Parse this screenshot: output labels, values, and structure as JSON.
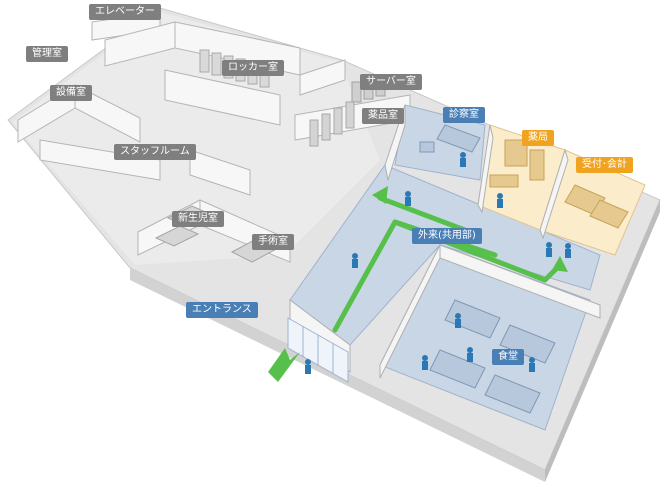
{
  "rooms": {
    "elevator": "エレベーター",
    "admin": "管理室",
    "equipment": "設備室",
    "locker": "ロッカー室",
    "server": "サーバー室",
    "storage": "薬品室",
    "exam": "診察室",
    "pharmacy": "薬局",
    "reception": "受付･会計",
    "staff_room": "スタッフルーム",
    "nursery": "新生児室",
    "surgery": "手術室",
    "outpatient": "外来(共用部)",
    "entrance": "エントランス",
    "cafeteria": "食堂"
  },
  "colors": {
    "gray_label": "#7f7f7f",
    "blue_label": "#4a7fb5",
    "orange_label": "#f0a321",
    "route": "#56c04a",
    "public_floor": "#c9d6e6",
    "private_floor": "#fbeccb"
  }
}
